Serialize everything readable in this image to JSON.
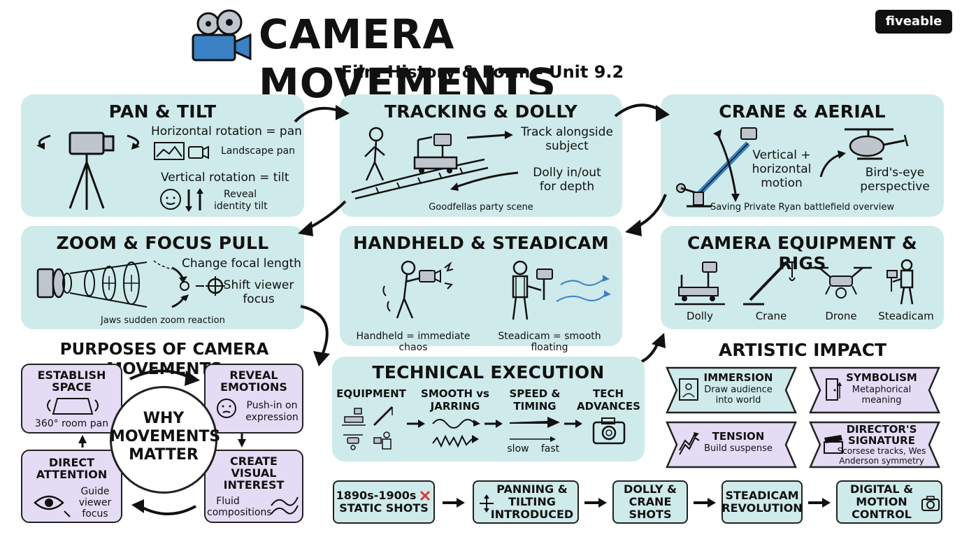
{
  "header": {
    "title": "CAMERA MOVEMENTS",
    "subtitle": "Film History & Form - Unit 9.2",
    "brand": "fiveable"
  },
  "colors": {
    "panel": "#cfeaea",
    "purpose": "#e4dcf5",
    "ink": "#111111",
    "camera_blue": "#3b82c4"
  },
  "pan_tilt": {
    "title": "PAN & TILT",
    "pan_text": "Horizontal rotation = pan",
    "pan_example": "Landscape pan",
    "tilt_text": "Vertical rotation = tilt",
    "tilt_example_1": "Reveal",
    "tilt_example_2": "identity tilt"
  },
  "tracking": {
    "title": "TRACKING & DOLLY",
    "track_1": "Track alongside",
    "track_2": "subject",
    "dolly_1": "Dolly in/out",
    "dolly_2": "for depth",
    "example": "Goodfellas party scene"
  },
  "crane": {
    "title": "CRANE & AERIAL",
    "motion_1": "Vertical +",
    "motion_2": "horizontal",
    "motion_3": "motion",
    "birds_1": "Bird's-eye",
    "birds_2": "perspective",
    "example": "Saving Private Ryan battlefield overview"
  },
  "zoom": {
    "title": "ZOOM & FOCUS PULL",
    "change": "Change focal length",
    "shift_1": "Shift viewer",
    "shift_2": "focus",
    "example": "Jaws sudden zoom reaction"
  },
  "handheld": {
    "title": "HANDHELD & STEADICAM",
    "handheld_caption": "Handheld = immediate chaos",
    "steadicam_caption": "Steadicam = smooth floating"
  },
  "equipment": {
    "title": "CAMERA EQUIPMENT & RIGS",
    "items": [
      "Dolly",
      "Crane",
      "Drone",
      "Steadicam"
    ]
  },
  "purposes": {
    "title": "PURPOSES OF CAMERA MOVEMENTS",
    "center_1": "WHY",
    "center_2": "MOVEMENTS",
    "center_3": "MATTER",
    "establish_1": "ESTABLISH",
    "establish_2": "SPACE",
    "establish_sub": "360° room pan",
    "reveal_1": "REVEAL",
    "reveal_2": "EMOTIONS",
    "reveal_sub_1": "Push-in on",
    "reveal_sub_2": "expression",
    "direct_1": "DIRECT",
    "direct_2": "ATTENTION",
    "direct_sub_1": "Guide",
    "direct_sub_2": "viewer",
    "direct_sub_3": "focus",
    "create_1": "CREATE",
    "create_2": "VISUAL",
    "create_3": "INTEREST",
    "create_sub_1": "Fluid",
    "create_sub_2": "compositions"
  },
  "technical": {
    "title": "TECHNICAL EXECUTION",
    "equipment": "EQUIPMENT",
    "smooth_1": "SMOOTH vs",
    "smooth_2": "JARRING",
    "speed_1": "SPEED &",
    "speed_2": "TIMING",
    "tech_1": "TECH",
    "tech_2": "ADVANCES",
    "slow": "slow",
    "fast": "fast"
  },
  "artistic": {
    "title": "ARTISTIC IMPACT",
    "immersion_title": "IMMERSION",
    "immersion_sub_1": "Draw audience",
    "immersion_sub_2": "into world",
    "symbolism_title": "SYMBOLISM",
    "symbolism_sub_1": "Metaphorical",
    "symbolism_sub_2": "meaning",
    "tension_title": "TENSION",
    "tension_sub": "Build suspense",
    "signature_title_1": "DIRECTOR'S",
    "signature_title_2": "SIGNATURE",
    "signature_sub_1": "Scorsese tracks, Wes",
    "signature_sub_2": "Anderson symmetry"
  },
  "timeline": {
    "static_1": "1890s-1900s",
    "static_2": "STATIC SHOTS",
    "pan_1": "PANNING &",
    "pan_2": "TILTING",
    "pan_3": "INTRODUCED",
    "dolly_1": "DOLLY &",
    "dolly_2": "CRANE",
    "dolly_3": "SHOTS",
    "steadicam_1": "STEADICAM",
    "steadicam_2": "REVOLUTION",
    "digital_1": "DIGITAL &",
    "digital_2": "MOTION",
    "digital_3": "CONTROL"
  }
}
